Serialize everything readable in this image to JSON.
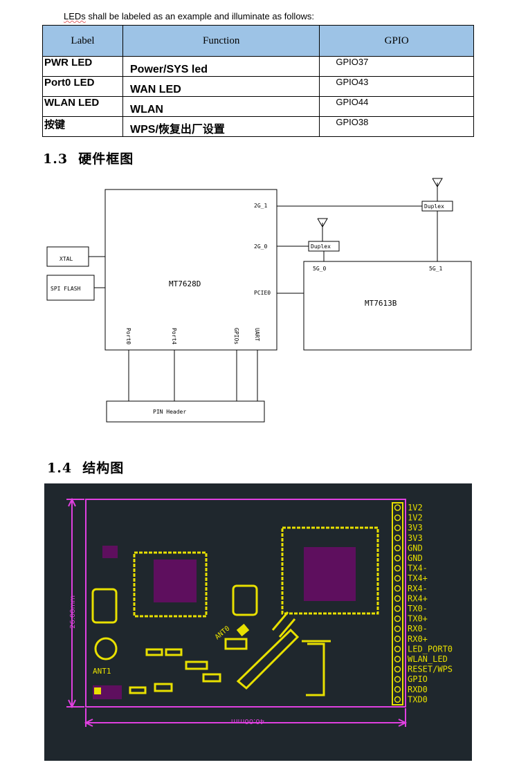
{
  "intro": {
    "prefix": "LEDs",
    "text": " shall be labeled as an example and illuminate as follows:"
  },
  "led_table": {
    "headers": [
      "Label",
      "Function",
      "GPIO"
    ],
    "rows": [
      {
        "label": "PWR LED",
        "function": "Power/SYS led",
        "gpio": "GPIO37"
      },
      {
        "label": "Port0 LED",
        "function": "WAN LED",
        "gpio": "GPIO43"
      },
      {
        "label": "WLAN LED",
        "function": "WLAN",
        "gpio": "GPIO44"
      },
      {
        "label": "按键",
        "function": "WPS/恢复出厂设置",
        "gpio": "GPIO38"
      }
    ],
    "header_bg": "#9dc3e6"
  },
  "section_13": {
    "number": "1.3",
    "title": "硬件框图"
  },
  "block_diagram": {
    "main_chip": "MT7628D",
    "wifi_chip": "MT7613B",
    "xtal": "XTAL",
    "spi_flash": "SPI FLASH",
    "pin_header": "PIN Header",
    "pins": {
      "g1": "2G_1",
      "g0": "2G_0",
      "pcie": "PCIE0",
      "s0": "5G_0",
      "s1": "5G_1"
    },
    "duplex_top": "Duplex",
    "duplex_mid": "Duplex",
    "ports": [
      "Port0",
      "Port4",
      "GPIOs",
      "UART"
    ]
  },
  "section_14": {
    "number": "1.4",
    "title": "结构图"
  },
  "pcb": {
    "bg": "#1f272d",
    "outline_color": "#e040e0",
    "silk_color": "#e8e000",
    "dim_height": "26.00mm",
    "dim_width": "40.00mm",
    "ant0": "ANT0",
    "ant1": "ANT1",
    "pins": [
      "1V2",
      "1V2",
      "3V3",
      "3V3",
      "GND",
      "GND",
      "TX4-",
      "TX4+",
      "RX4-",
      "RX4+",
      "TX0-",
      "TX0+",
      "RX0-",
      "RX0+",
      "LED_PORT0",
      "WLAN_LED",
      "RESET/WPS",
      "GPIO",
      "RXD0",
      "TXD0"
    ]
  }
}
